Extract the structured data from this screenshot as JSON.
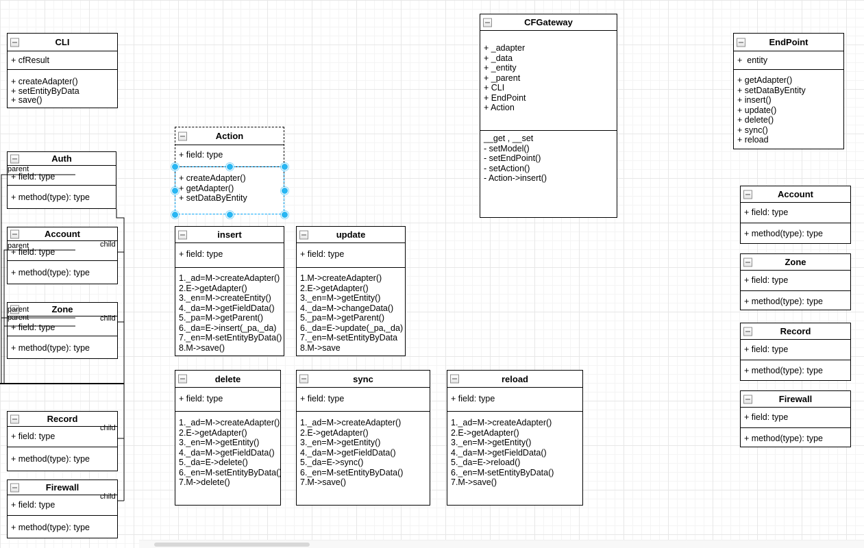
{
  "app": {
    "type": "diagram-canvas"
  },
  "canvas": {
    "bg": "#ffffff",
    "grid_minor_color": "#f4f4f4",
    "grid_major_color": "#e7e7e7"
  },
  "selection": {
    "outline_color": "#00a8ff",
    "handle_color": "#29b6f2",
    "selected_class": "Action"
  },
  "classes": {
    "cli": {
      "title": "CLI",
      "attributes": [
        "+ cfResult"
      ],
      "methods": [
        "+ createAdapter()",
        "+ setEntityByData",
        "+ save()"
      ]
    },
    "auth": {
      "title": "Auth",
      "attributes": [
        "+ field: type"
      ],
      "methods": [
        "+ method(type): type"
      ]
    },
    "account_left": {
      "title": "Account",
      "attributes": [
        "+ field: type"
      ],
      "methods": [
        "+ method(type): type"
      ]
    },
    "zone_left": {
      "title": "Zone",
      "attributes": [
        "+ field: type"
      ],
      "methods": [
        "+ method(type): type"
      ]
    },
    "record_left": {
      "title": "Record",
      "attributes": [
        "+ field: type"
      ],
      "methods": [
        "+ method(type): type"
      ]
    },
    "firewall_left": {
      "title": "Firewall",
      "attributes": [
        "+ field: type"
      ],
      "methods": [
        "+ method(type): type"
      ]
    },
    "action": {
      "title": "Action",
      "attributes": [
        "+ field: type"
      ],
      "methods": [
        "+ createAdapter()",
        "+ getAdapter()",
        "+ setDataByEntity"
      ]
    },
    "insert": {
      "title": "insert",
      "attributes": [
        "+ field: type"
      ],
      "methods": [
        "1._ad=M->createAdapter()",
        "2.E->getAdapter()",
        "3._en=M->createEntity()",
        "4._da=M->getFieldData()",
        "5._pa=M->getParent()",
        "6._da=E->insert(_pa,_da)",
        "7._en=M-setEntityByData()",
        "8.M->save()"
      ]
    },
    "update": {
      "title": "update",
      "attributes": [
        "+ field: type"
      ],
      "methods": [
        "1.M->createAdapter()",
        "2.E->getAdapter()",
        "3._en=M->getEntity()",
        "4._da=M->changeData()",
        "5._pa=M->getParent()",
        "6._da=E->update(_pa,_da)",
        "7._en=M-setEntityByData",
        "8.M->save"
      ]
    },
    "delete": {
      "title": "delete",
      "attributes": [
        "+ field: type"
      ],
      "methods": [
        "1._ad=M->createAdapter()",
        "2.E->getAdapter()",
        "3._en=M->getEntity()",
        "4._da=M->getFieldData()",
        "5._da=E->delete()",
        "6._en=M-setEntityByData()",
        "7.M->delete()"
      ]
    },
    "sync": {
      "title": "sync",
      "attributes": [
        "+ field: type"
      ],
      "methods": [
        "1._ad=M->createAdapter()",
        "2.E->getAdapter()",
        "3._en=M->getEntity()",
        "4._da=M->getFieldData()",
        "5._da=E->sync()",
        "6._en=M-setEntityByData()",
        "7.M->save()"
      ]
    },
    "reload": {
      "title": "reload",
      "attributes": [
        "+ field: type"
      ],
      "methods": [
        "1._ad=M->createAdapter()",
        "2.E->getAdapter()",
        "3._en=M->getEntity()",
        "4._da=M->getFieldData()",
        "5._da=E->reload()",
        "6._en=M-setEntityByData()",
        "7.M->save()"
      ]
    },
    "cfgateway": {
      "title": "CFGateway",
      "attributes": [
        "+ _adapter",
        "+ _data",
        "+ _entity",
        "+ _parent",
        "+ CLI",
        "+ EndPoint",
        "+ Action"
      ],
      "methods": [
        "__get , __set",
        "- setModel()",
        "- setEndPoint()",
        "- setAction()",
        "- Action->insert()"
      ]
    },
    "endpoint": {
      "title": "EndPoint",
      "attributes": [
        "+  entity"
      ],
      "methods": [
        "+ getAdapter()",
        "+ setDataByEntity",
        "+ insert()",
        "+ update()",
        "+ delete()",
        "+ sync()",
        "+ reload"
      ]
    },
    "account_right": {
      "title": "Account",
      "attributes": [
        "+ field: type"
      ],
      "methods": [
        "+ method(type): type"
      ]
    },
    "zone_right": {
      "title": "Zone",
      "attributes": [
        "+ field: type"
      ],
      "methods": [
        "+ method(type): type"
      ]
    },
    "record_right": {
      "title": "Record",
      "attributes": [
        "+ field: type"
      ],
      "methods": [
        "+ method(type): type"
      ]
    },
    "firewall_right": {
      "title": "Firewall",
      "attributes": [
        "+ field: type"
      ],
      "methods": [
        "+ method(type): type"
      ]
    }
  },
  "edge_labels": [
    {
      "text": "parent"
    },
    {
      "text": "parent"
    },
    {
      "text": "child"
    },
    {
      "text": "parent"
    },
    {
      "text": "parent"
    },
    {
      "text": "child"
    },
    {
      "text": "child"
    },
    {
      "text": "child"
    }
  ]
}
